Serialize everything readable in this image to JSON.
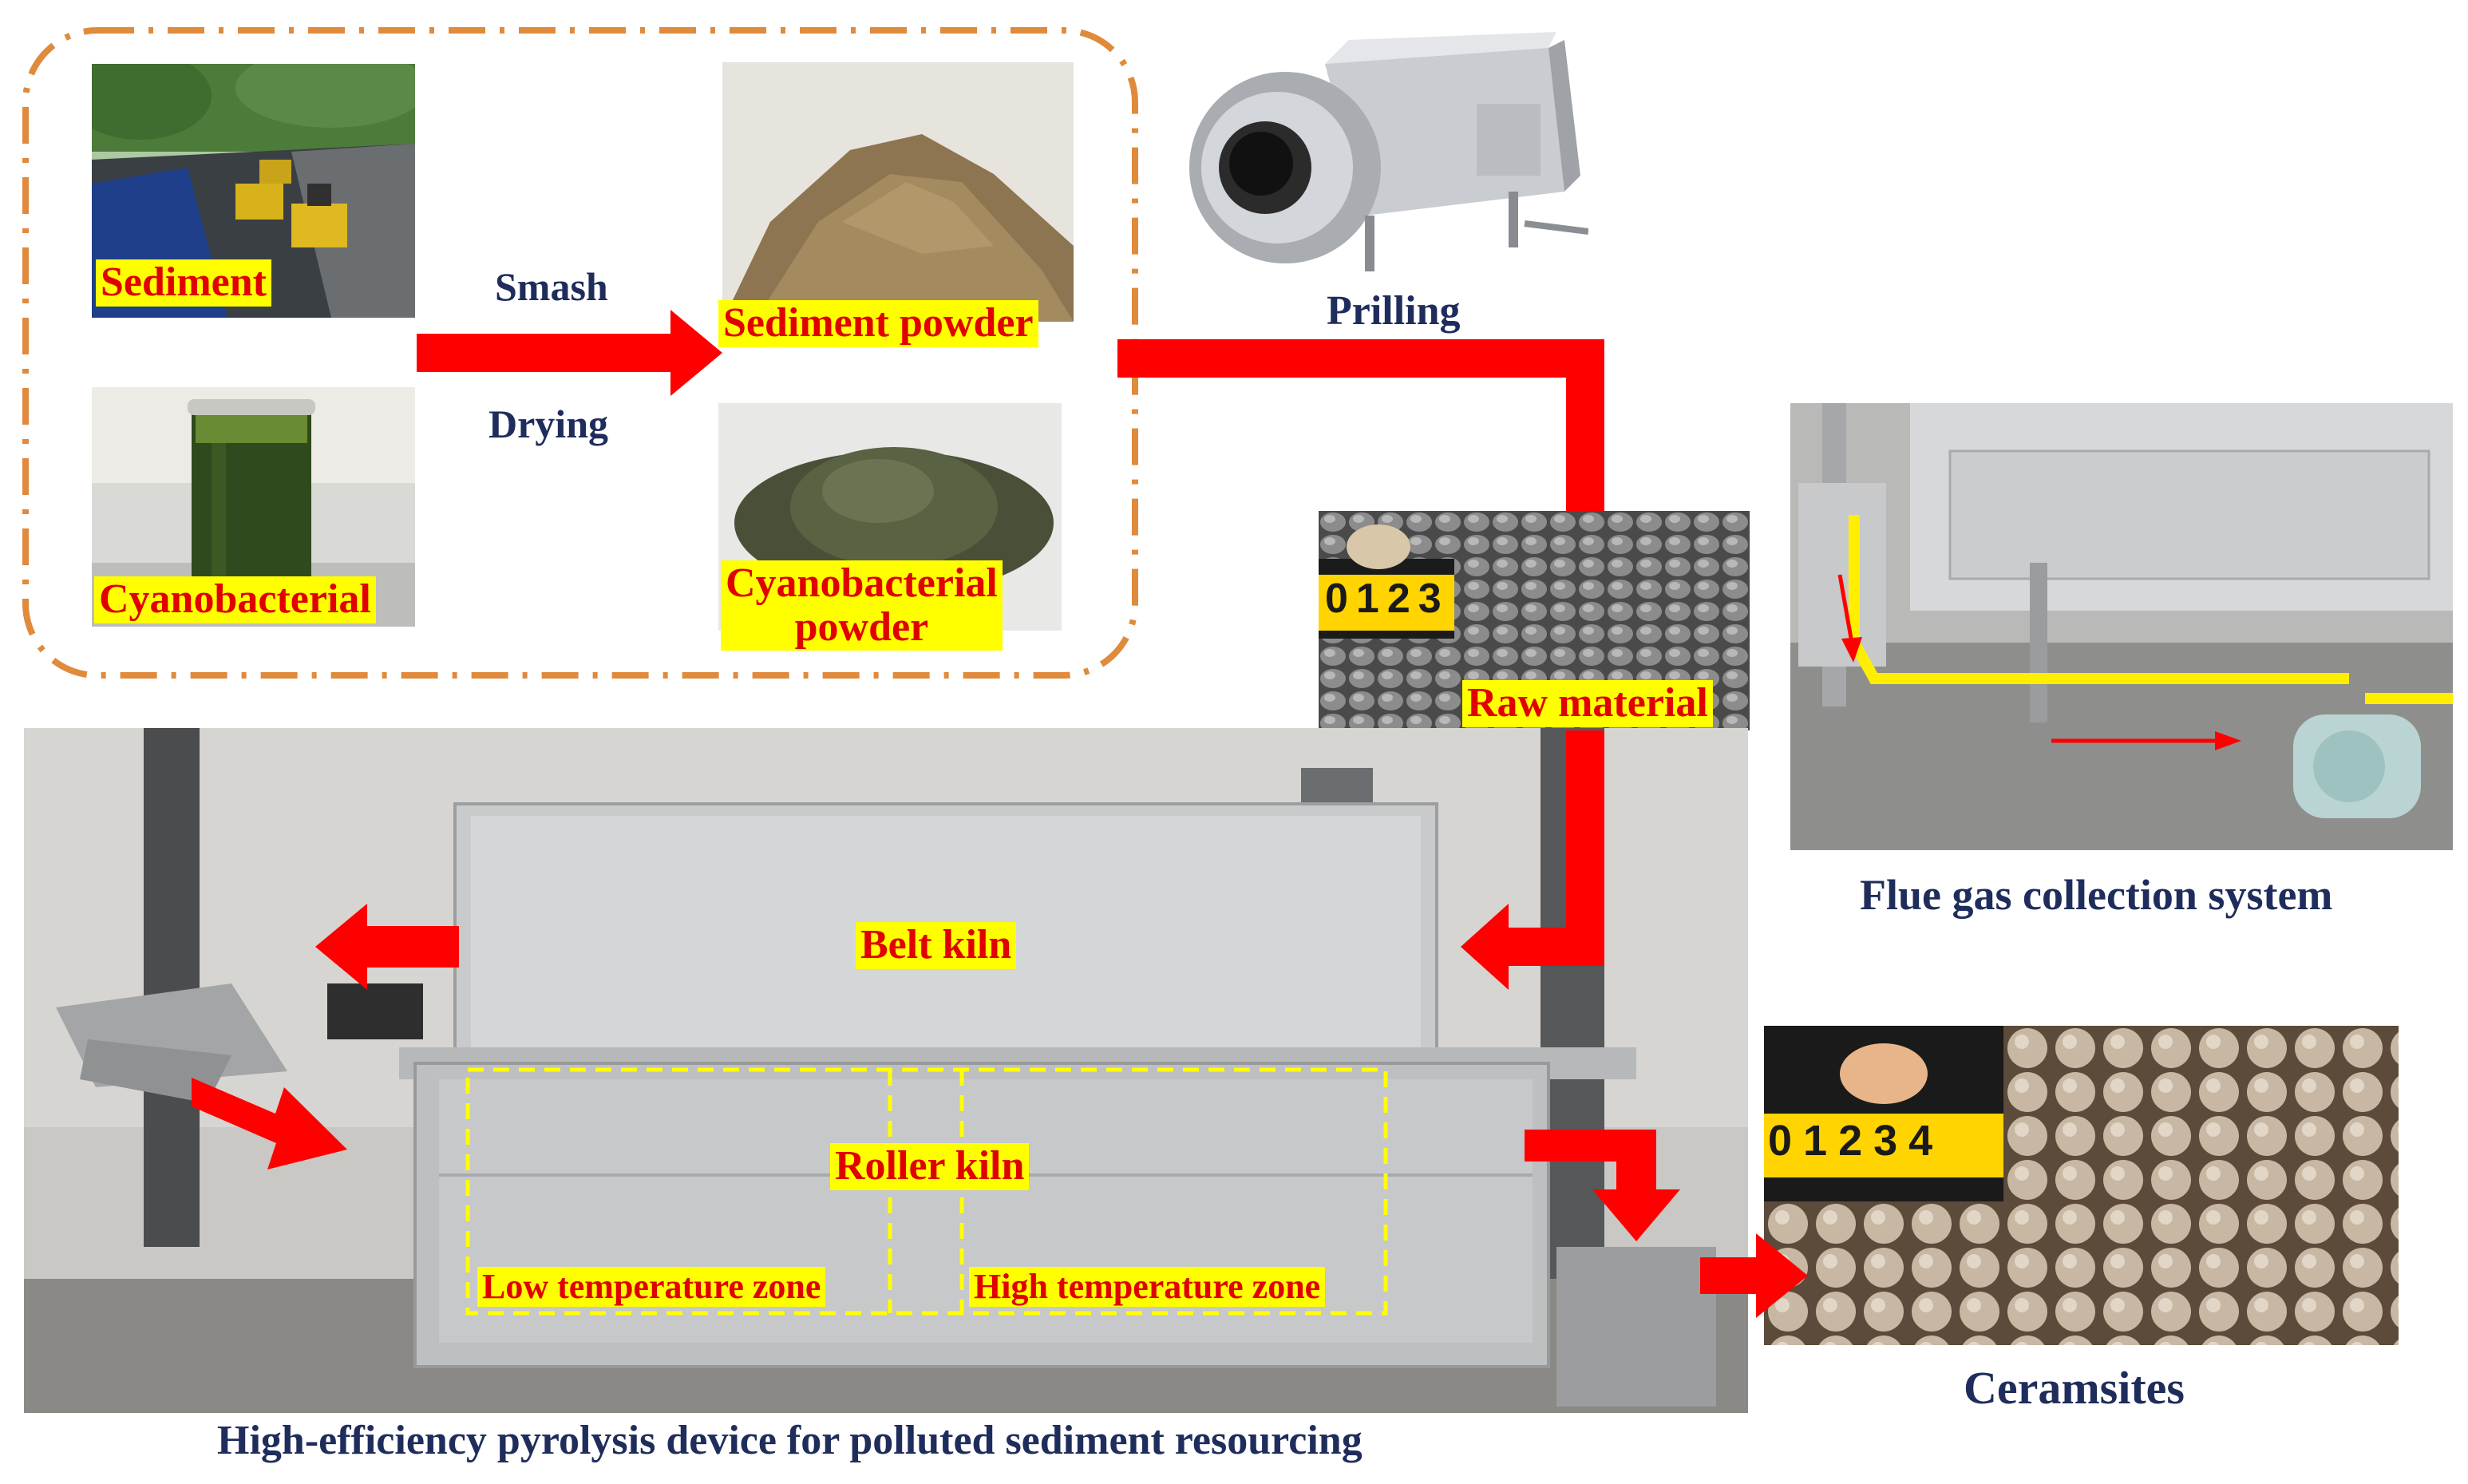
{
  "labels": {
    "sediment": "Sediment",
    "cyanobacterial": "Cyanobacterial",
    "sediment_powder": "Sediment powder",
    "cyanobacterial_powder_line1": "Cyanobacterial",
    "cyanobacterial_powder_line2": "powder",
    "raw_material": "Raw material",
    "belt_kiln": "Belt kiln",
    "roller_kiln": "Roller kiln",
    "low_temperature_zone": "Low temperature zone",
    "high_temperature_zone": "High temperature zone"
  },
  "captions": {
    "smash": "Smash",
    "drying": "Drying",
    "prilling": "Prilling",
    "flue_gas": "Flue gas collection system",
    "ceramsites": "Ceramsites",
    "device": "High-efficiency pyrolysis device for polluted sediment resourcing"
  },
  "ruler": {
    "raw_material_digits": "0123",
    "ceramsites_digits": "01234"
  },
  "colors": {
    "arrow_red": "#ff0000",
    "label_yellow": "#ffff00",
    "label_text_red": "#e00000",
    "caption_navy": "#1f2d5c",
    "dashed_border_orange": "#e08a3c",
    "zone_dash_yellow": "#ffff00",
    "flue_pipe_yellow": "#ffee00"
  }
}
